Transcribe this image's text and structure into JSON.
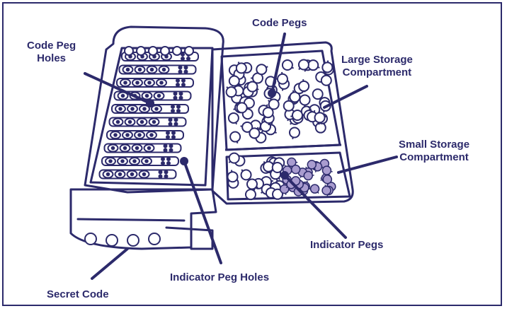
{
  "labels": {
    "code_peg_holes": "Code Peg\nHoles",
    "code_pegs": "Code Pegs",
    "large_storage": "Large Storage\nCompartment",
    "small_storage": "Small Storage\nCompartment",
    "indicator_pegs": "Indicator Pegs",
    "indicator_peg_holes": "Indicator Peg Holes",
    "secret_code": "Secret Code"
  },
  "colors": {
    "line": "#2c2a6b",
    "indicator_peg_fill": "#a99ccf"
  }
}
